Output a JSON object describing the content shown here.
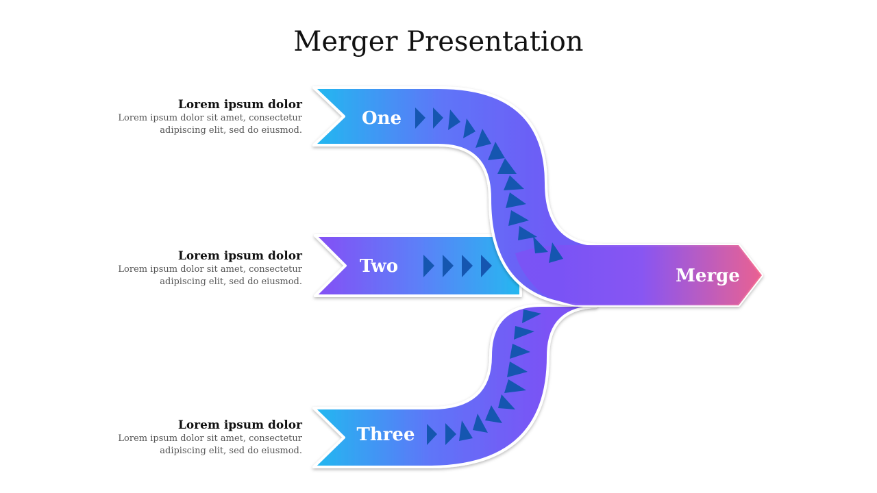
{
  "title": "Merger Presentation",
  "items": [
    {
      "heading": "Lorem ipsum dolor",
      "line1": "Lorem ipsum dolor sit amet, consectetur",
      "line2": "adipiscing elit, sed do eiusmod.",
      "label": "One"
    },
    {
      "heading": "Lorem ipsum dolor",
      "line1": "Lorem ipsum dolor sit amet, consectetur",
      "line2": "adipiscing elit, sed do eiusmod.",
      "label": "Two"
    },
    {
      "heading": "Lorem ipsum dolor",
      "line1": "Lorem ipsum dolor sit amet, consectetur",
      "line2": "adipiscing elit, sed do eiusmod.",
      "label": "Three"
    }
  ],
  "merge_label": "Merge",
  "colors": {
    "cyan": "#22b8f0",
    "violet": "#7b52f5",
    "blue": "#5c6ff7",
    "pink": "#f0628a",
    "chevron": "#1556b0"
  }
}
